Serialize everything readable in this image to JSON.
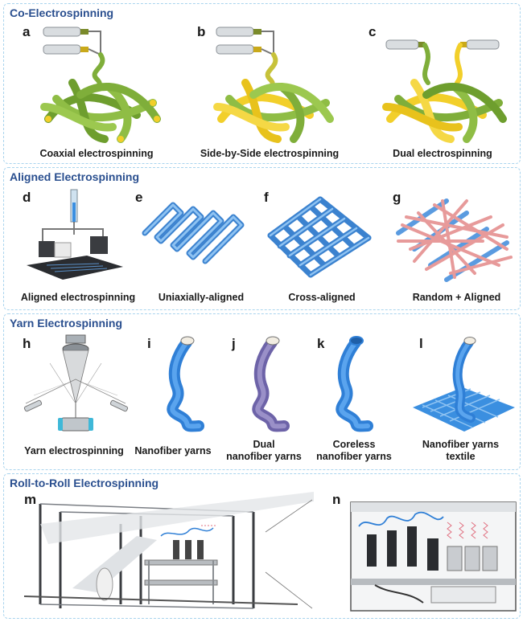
{
  "sections": {
    "co": {
      "title": "Co-Electrospinning"
    },
    "aligned": {
      "title": "Aligned Electrospinning"
    },
    "yarn": {
      "title": "Yarn Electrospinning"
    },
    "roll": {
      "title": "Roll-to-Roll Electrospinning"
    }
  },
  "panels": {
    "a": {
      "label": "a",
      "caption": "Coaxial electrospinning"
    },
    "b": {
      "label": "b",
      "caption": "Side-by-Side electrospinning"
    },
    "c": {
      "label": "c",
      "caption": "Dual electrospinning"
    },
    "d": {
      "label": "d",
      "caption": "Aligned electrospinning"
    },
    "e": {
      "label": "e",
      "caption": "Uniaxially-aligned"
    },
    "f": {
      "label": "f",
      "caption": "Cross-aligned"
    },
    "g": {
      "label": "g",
      "caption": "Random + Aligned"
    },
    "h": {
      "label": "h",
      "caption": "Yarn electrospinning"
    },
    "i": {
      "label": "i",
      "caption": "Nanofiber yarns"
    },
    "j": {
      "label": "j",
      "caption": "Dual\nnanofiber yarns"
    },
    "k": {
      "label": "k",
      "caption": "Coreless\nnanofiber yarns"
    },
    "l": {
      "label": "l",
      "caption": "Nanofiber yarns\ntextile"
    },
    "m": {
      "label": "m"
    },
    "n": {
      "label": "n"
    }
  },
  "colors": {
    "border": "#a9d4ee",
    "title": "#2a4f8f",
    "green": "#7fae3a",
    "yellow": "#f2cf2a",
    "blue": "#3b8fe0",
    "purple": "#8a80b8",
    "pink": "#e79a9a"
  }
}
